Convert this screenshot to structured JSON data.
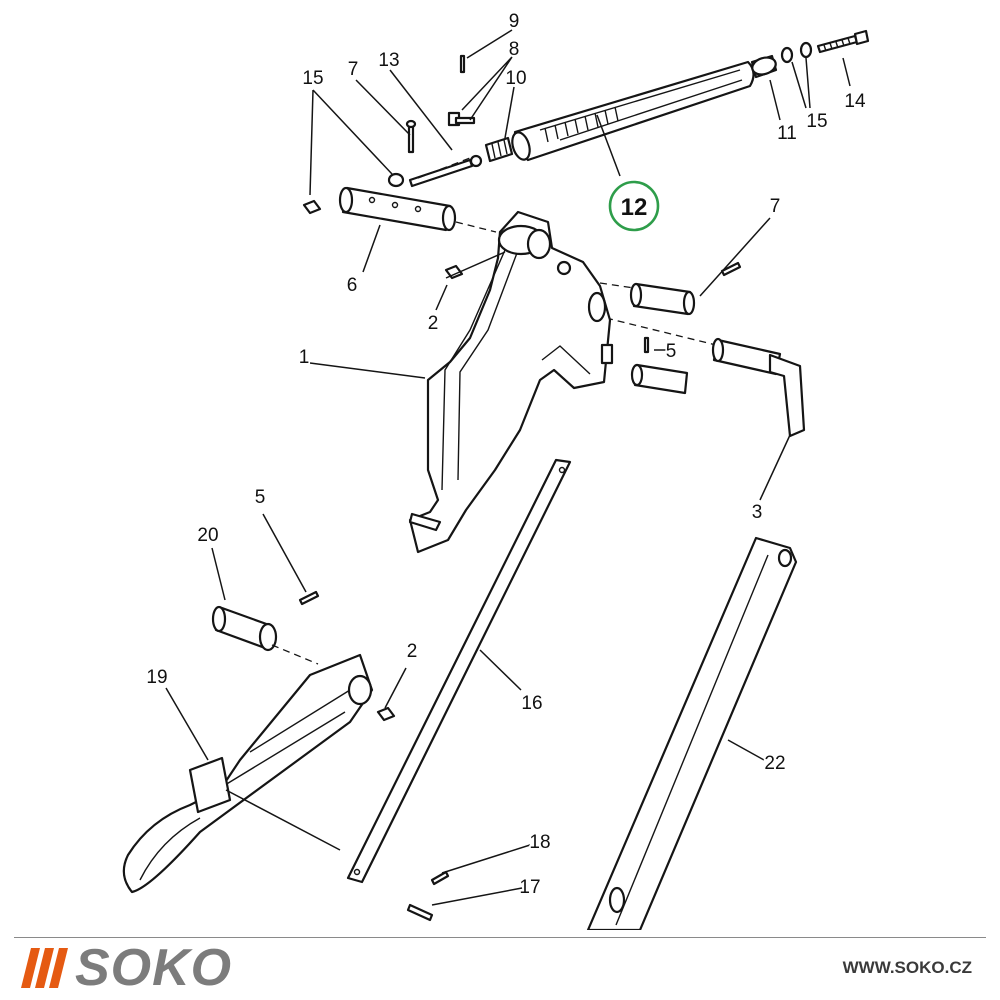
{
  "diagram": {
    "part_labels": [
      "1",
      "2",
      "2",
      "3",
      "5",
      "5",
      "6",
      "7",
      "7",
      "8",
      "9",
      "10",
      "11",
      "13",
      "14",
      "15",
      "15",
      "16",
      "17",
      "18",
      "19",
      "20",
      "22"
    ],
    "highlighted_part": "12",
    "highlight_color": "#2e9d4a"
  },
  "footer": {
    "brand": "SOKO",
    "brand_color": "#7c7c7c",
    "stripe_color": "#e55a12",
    "website": "WWW.SOKO.CZ"
  }
}
